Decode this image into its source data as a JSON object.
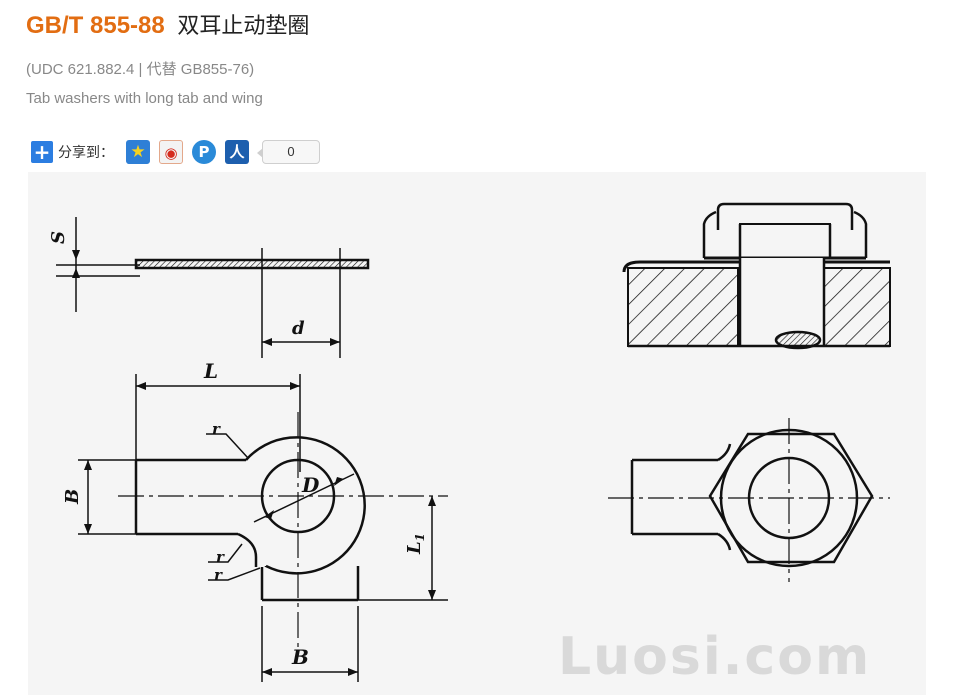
{
  "header": {
    "standard_code": "GB/T 855-88",
    "title_cn": "双耳止动垫圈",
    "subtitle": "(UDC 621.882.4 | 代替 GB855-76)",
    "title_en": "Tab washers with long tab and wing"
  },
  "share": {
    "label": "分享到：",
    "icons": [
      "qzone-icon",
      "weibo-icon",
      "tencent-weibo-icon",
      "renren-icon"
    ],
    "count": "0",
    "colors": {
      "plus": "#2b7de1",
      "qzone": "#2e7fd6",
      "weibo": "#d52b1e",
      "tqq": "#2a8ad8",
      "renren": "#1d5fae"
    }
  },
  "drawing": {
    "labels": {
      "s": "S",
      "d": "d",
      "L": "L",
      "r": "r",
      "B": "B",
      "D": "D",
      "L1": "L",
      "L1_sub": "1"
    },
    "watermark": "Luosi.com"
  },
  "colors": {
    "accent": "#e26d12",
    "meta_text": "#888888"
  }
}
